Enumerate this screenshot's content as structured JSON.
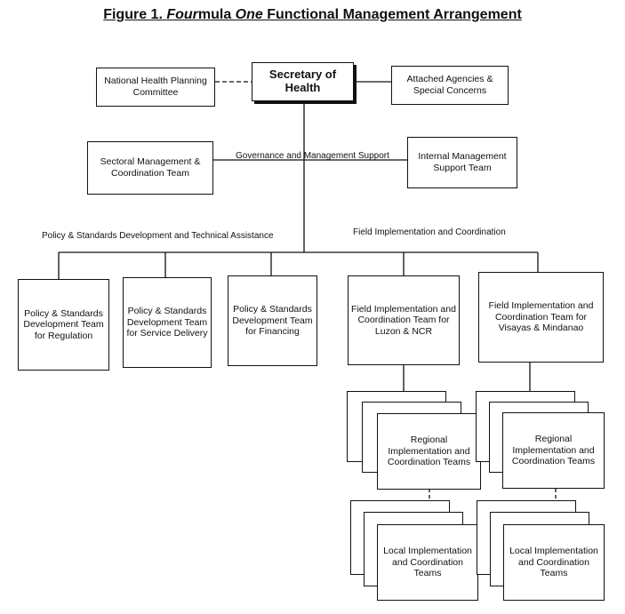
{
  "title": {
    "prefix": "Figure 1. ",
    "italic1": "Four",
    "part2": "mula ",
    "italic2": "One",
    "suffix": " Functional Management Arrangement"
  },
  "nodes": {
    "secretary": "Secretary of Health",
    "nhpc": "National Health Planning Committee",
    "attached": "Attached Agencies & Special Concerns",
    "sectoral": "Sectoral Management & Coordination Team",
    "internal": "Internal Management Support Team",
    "regulation": "Policy & Standards Development Team for Regulation",
    "service": "Policy & Standards Development Team for Service Delivery",
    "financing": "Policy & Standards Development Team for Financing",
    "luzon": "Field Implementation and Coordination Team for Luzon & NCR",
    "visayas": "Field Implementation and Coordination Team for Visayas & Mindanao",
    "regional_left": "Regional Implementation and Coordination Teams",
    "regional_right": "Regional Implementation and Coordination Teams",
    "local_left": "Local Implementation and Coordination Teams",
    "local_right": "Local Implementation and Coordination Teams"
  },
  "edge_labels": {
    "governance": "Governance and Management Support",
    "policy": "Policy & Standards Development and Technical Assistance",
    "field": "Field Implementation and Coordination"
  }
}
